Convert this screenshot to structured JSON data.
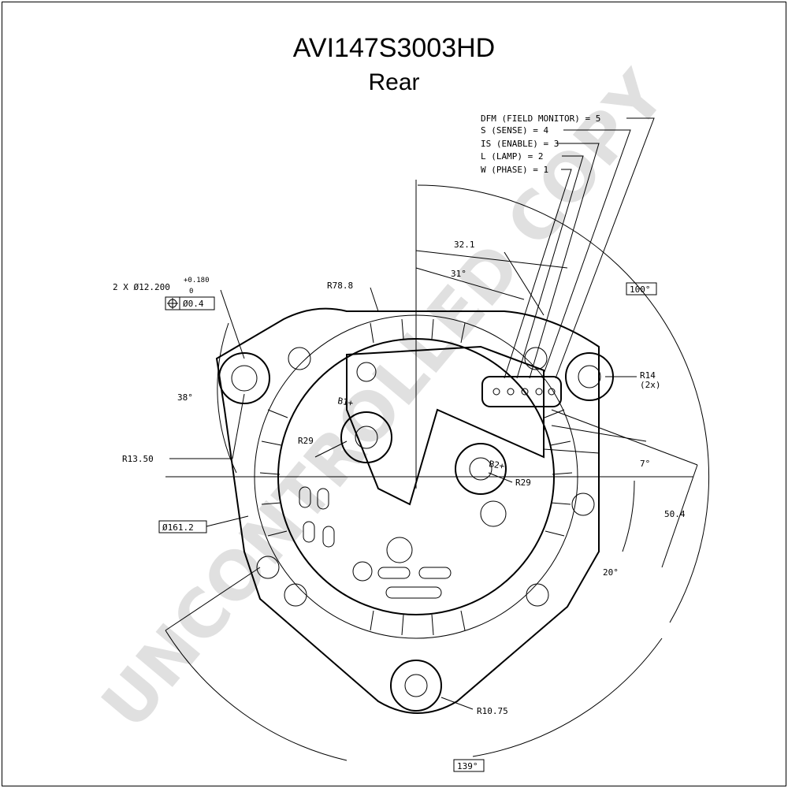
{
  "title": "AVI147S3003HD",
  "subtitle": "Rear",
  "watermark": "UNCONTROLLED COPY",
  "connector_pins": [
    "DFM (FIELD MONITOR) = 5",
    "S (SENSE) = 4",
    "IS (ENABLE) = 3",
    "L (LAMP)  = 2",
    "W (PHASE) = 1"
  ],
  "dimensions": {
    "hole": "2 X Ø12.200",
    "hole_tol_upper": "+0.180",
    "hole_tol_lower": "0",
    "position_tol": "Ø0.4",
    "r78": "R78.8",
    "d32": "32.1",
    "a31": "31°",
    "a100": "100°",
    "a38": "38°",
    "r14": "R14",
    "r14_count": "(2x)",
    "r29_left": "R29",
    "r29_right": "R29",
    "a7": "7°",
    "d50": "50.4",
    "r13": "R13.50",
    "d161": "Ø161.2",
    "a20": "20°",
    "r10": "R10.75",
    "a139": "139°"
  },
  "terminals": {
    "b1": "B1+",
    "b2": "B2+"
  }
}
